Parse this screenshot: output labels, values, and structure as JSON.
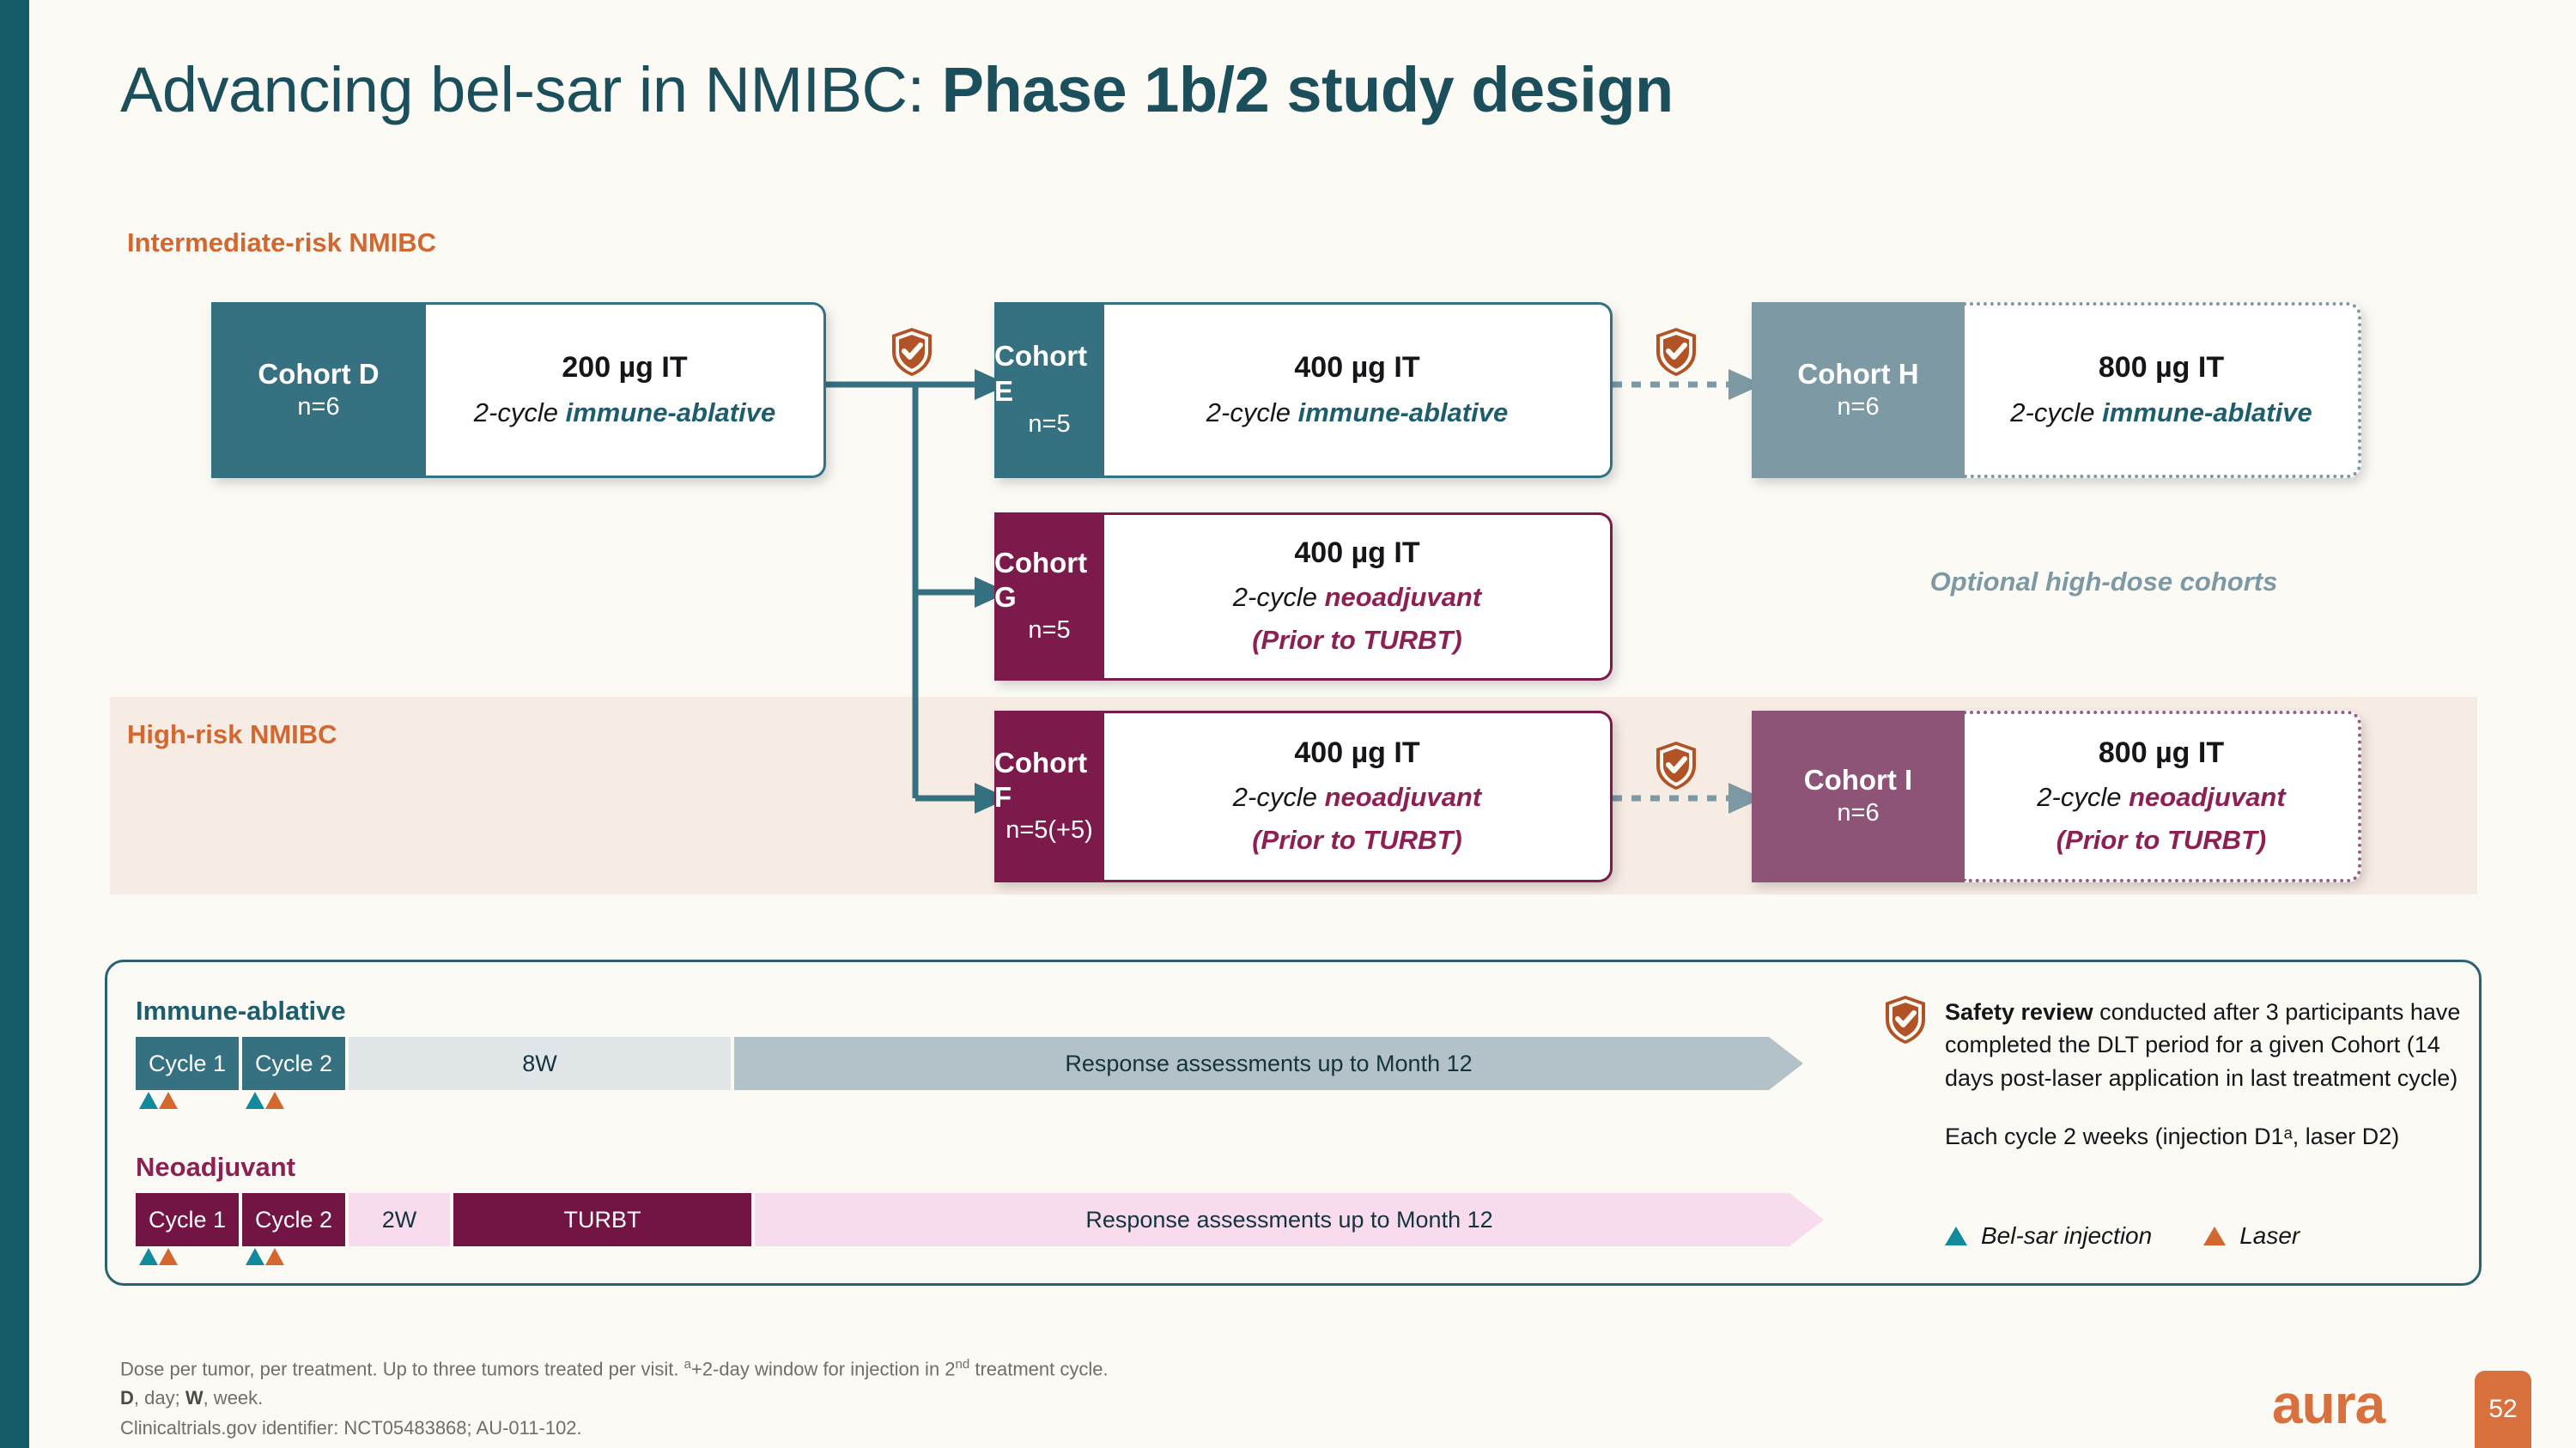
{
  "title": {
    "plain": "Advancing bel-sar in NMIBC: ",
    "bold": "Phase 1b/2 study design"
  },
  "bands": {
    "intermediate_label": "Intermediate-risk NMIBC",
    "high_label": "High-risk NMIBC",
    "optional_note": "Optional high-dose cohorts"
  },
  "cohorts": [
    {
      "id": "D",
      "name": "Cohort D",
      "n": "n=6",
      "dose": "200 µg IT",
      "regimen_prefix": "2-cycle ",
      "regimen_bold": "immune-ablative",
      "sub": "",
      "style": "teal"
    },
    {
      "id": "E",
      "name": "Cohort E",
      "n": "n=5",
      "dose": "400 µg IT",
      "regimen_prefix": "2-cycle ",
      "regimen_bold": "immune-ablative",
      "sub": "",
      "style": "teal"
    },
    {
      "id": "H",
      "name": "Cohort H",
      "n": "n=6",
      "dose": "800 µg IT",
      "regimen_prefix": "2-cycle ",
      "regimen_bold": "immune-ablative",
      "sub": "",
      "style": "tealLt"
    },
    {
      "id": "G",
      "name": "Cohort G",
      "n": "n=5",
      "dose": "400 µg IT",
      "regimen_prefix": "2-cycle ",
      "regimen_bold": "neoadjuvant",
      "sub": "(Prior to TURBT)",
      "style": "maroon"
    },
    {
      "id": "F",
      "name": "Cohort F",
      "n": "n=5(+5)",
      "dose": "400 µg IT",
      "regimen_prefix": "2-cycle ",
      "regimen_bold": "neoadjuvant",
      "sub": "(Prior to TURBT)",
      "style": "maroon"
    },
    {
      "id": "I",
      "name": "Cohort I",
      "n": "n=6",
      "dose": "800 µg IT",
      "regimen_prefix": "2-cycle ",
      "regimen_bold": "neoadjuvant",
      "sub": "(Prior to TURBT)",
      "style": "maroonLt"
    }
  ],
  "timeline": {
    "immune": {
      "heading": "Immune-ablative",
      "cells": [
        {
          "label": "Cycle 1",
          "kind": "cycle"
        },
        {
          "label": "Cycle 2",
          "kind": "cycle"
        },
        {
          "label": "8W",
          "kind": "gap"
        },
        {
          "label": "Response assessments up to Month 12",
          "kind": "arrow"
        }
      ]
    },
    "neoadjuvant": {
      "heading": "Neoadjuvant",
      "cells": [
        {
          "label": "Cycle 1",
          "kind": "cycle"
        },
        {
          "label": "Cycle 2",
          "kind": "cycle"
        },
        {
          "label": "2W",
          "kind": "gap"
        },
        {
          "label": "TURBT",
          "kind": "event"
        },
        {
          "label": "Response assessments up to Month 12",
          "kind": "arrow"
        }
      ]
    }
  },
  "safety": {
    "bold_lead": "Safety review",
    "para1": " conducted after 3 participants have completed the DLT period for a given Cohort (14 days post-laser application in last treatment cycle)",
    "para2": "Each cycle 2 weeks (injection D1ᵃ, laser D2)",
    "legend": [
      {
        "label": "Bel-sar injection",
        "color": "#13899c"
      },
      {
        "label": "Laser",
        "color": "#d2672f"
      }
    ]
  },
  "footnotes": {
    "line1_a": "Dose per tumor, per treatment. Up to three tumors treated per visit. ",
    "line1_sup": "a",
    "line1_b": "+2-day window for injection in 2",
    "line1_sup2": "nd",
    "line1_c": " treatment cycle.",
    "line2_b1": "D",
    "line2_t1": ", day; ",
    "line2_b2": "W",
    "line2_t2": ", week.",
    "line3": "Clinicaltrials.gov identifier: NCT05483868; AU-011-102."
  },
  "brand": {
    "logo": "aura",
    "page": "52"
  },
  "colors": {
    "background": "#fbfaf5",
    "spine_teal": "#165c68",
    "title_teal": "#1c4f5c",
    "accent_orange": "#d2672f",
    "teal": "#367181",
    "teal_light": "#7d9aa4",
    "maroon": "#7b1a4b",
    "maroon_light": "#8e5478",
    "band_high_bg": "#f7ece4"
  }
}
